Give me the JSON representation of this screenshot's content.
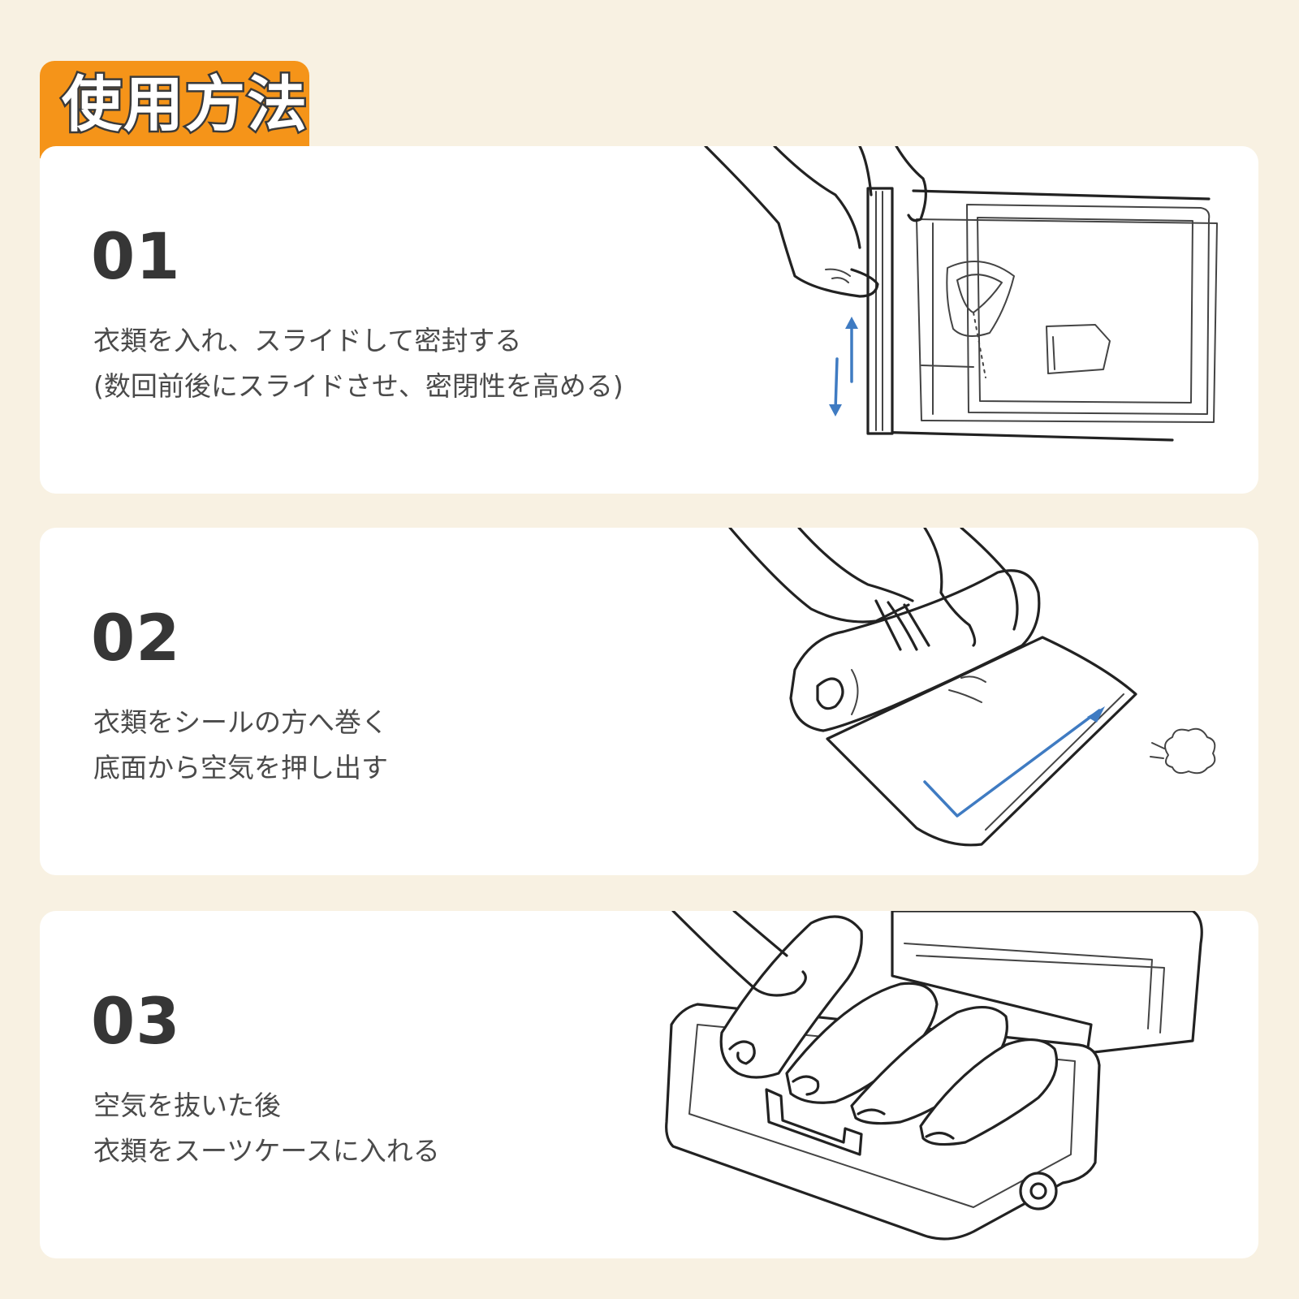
{
  "header": {
    "title": "使用方法"
  },
  "steps": [
    {
      "number": "01",
      "line1": "衣類を入れ、スライドして密封する",
      "line2": "(数回前後にスライドさせ、密閉性を高める)"
    },
    {
      "number": "02",
      "line1": "衣類をシールの方へ巻く",
      "line2": "底面から空気を押し出す"
    },
    {
      "number": "03",
      "line1": "空気を抜いた後",
      "line2": "衣類をスーツケースに入れる"
    }
  ],
  "colors": {
    "background": "#f8f1e2",
    "accent": "#f59419",
    "card": "#ffffff",
    "arrow": "#3f7bc2",
    "text": "#363636"
  }
}
